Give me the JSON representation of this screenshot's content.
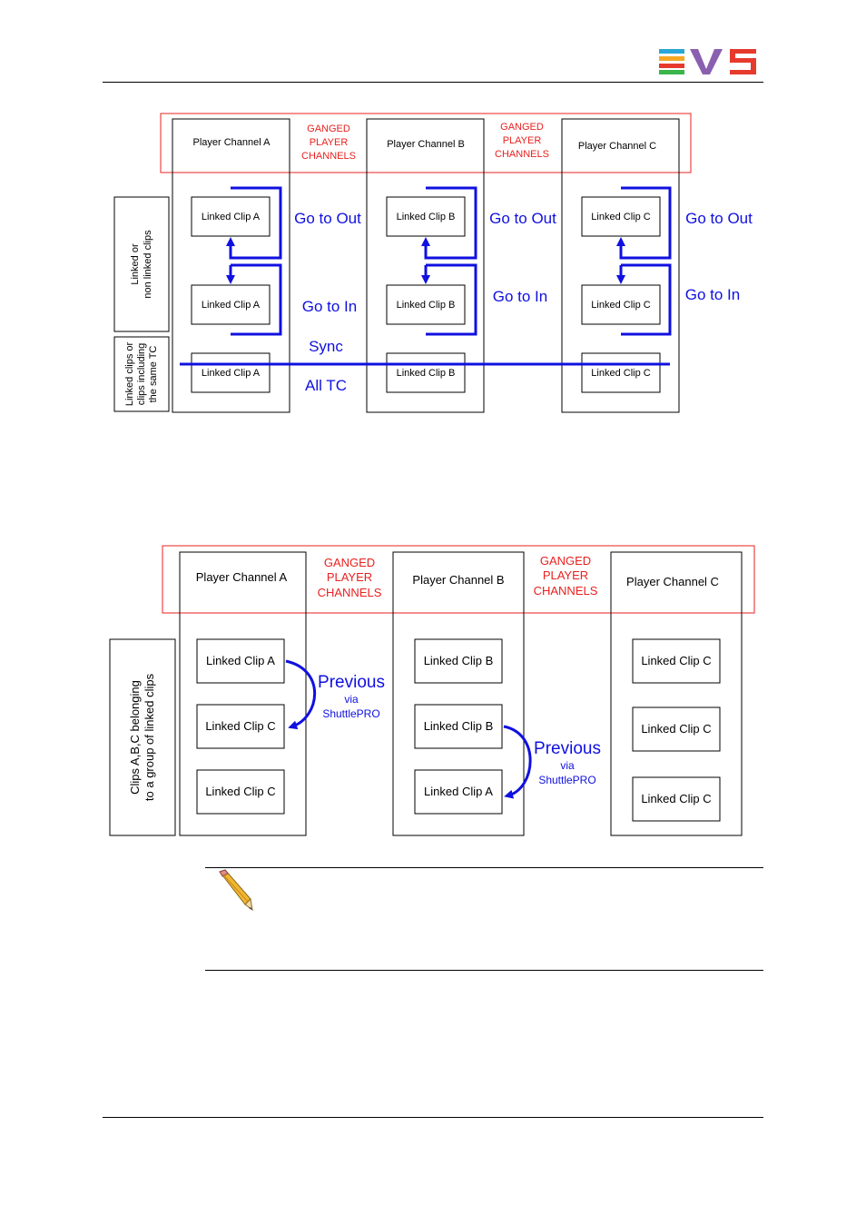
{
  "header": {
    "logo": "EVS"
  },
  "diagram1": {
    "ganged_label": [
      "GANGED",
      "PLAYER",
      "CHANNELS"
    ],
    "channels": [
      "Player Channel A",
      "Player Channel B",
      "Player Channel C"
    ],
    "row_labels": {
      "top": [
        "Linked or",
        "non linked clips"
      ],
      "bottom": [
        "Linked clips or",
        "clips including",
        "the same TC"
      ]
    },
    "clips": {
      "a": [
        "Linked Clip A",
        "Linked Clip A",
        "Linked Clip A"
      ],
      "b": [
        "Linked Clip B",
        "Linked Clip B",
        "Linked Clip B"
      ],
      "c": [
        "Linked Clip C",
        "Linked Clip C",
        "Linked Clip C"
      ]
    },
    "actions": {
      "go_to_out": "Go to Out",
      "go_to_in": "Go to In",
      "sync": "Sync",
      "all_tc": "All TC"
    }
  },
  "diagram2": {
    "ganged_label": [
      "GANGED",
      "PLAYER",
      "CHANNELS"
    ],
    "channels": [
      "Player Channel A",
      "Player Channel B",
      "Player Channel C"
    ],
    "row_label": [
      "Clips A,B,C belonging",
      "to a group of linked clips"
    ],
    "clips": {
      "a": [
        "Linked Clip A",
        "Linked Clip C",
        "Linked Clip C"
      ],
      "b": [
        "Linked Clip B",
        "Linked Clip B",
        "Linked Clip A"
      ],
      "c": [
        "Linked Clip C",
        "Linked Clip C",
        "Linked Clip C"
      ]
    },
    "previous": {
      "label": "Previous",
      "via": "via",
      "device": "ShuttlePRO"
    }
  },
  "note": {
    "icon": "pencil-icon"
  },
  "colors": {
    "red": "#e8211f",
    "blue": "#1010e0",
    "black": "#000000"
  }
}
